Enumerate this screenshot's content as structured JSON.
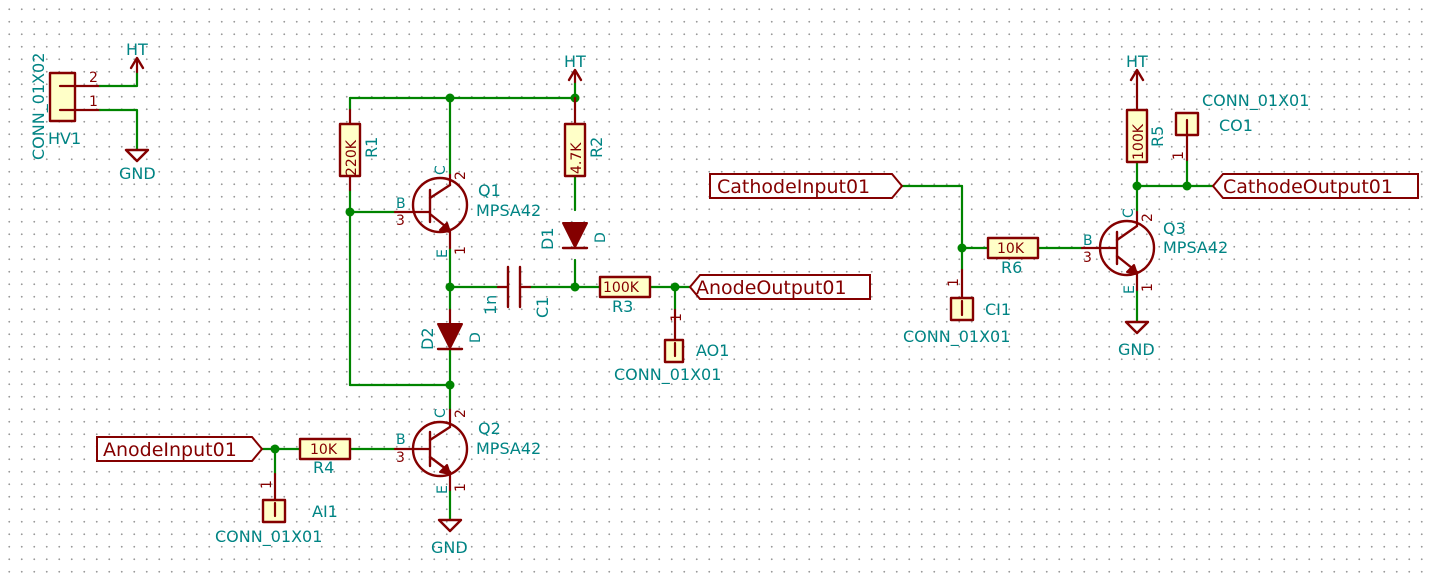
{
  "colors": {
    "wire": "#008400",
    "body": "#840000",
    "text": "#008484",
    "background": "#ffffff"
  },
  "labels": {
    "anode_input": "AnodeInput01",
    "anode_output": "AnodeOutput01",
    "cathode_input": "CathodeInput01",
    "cathode_output": "CathodeOutput01"
  },
  "power": {
    "ht": "HT",
    "gnd": "GND"
  },
  "components": {
    "hv1": {
      "ref": "HV1",
      "value": "CONN_01X02",
      "pin1": "1",
      "pin2": "2"
    },
    "r1": {
      "ref": "R1",
      "value": "220K"
    },
    "r2": {
      "ref": "R2",
      "value": "4.7K"
    },
    "r3": {
      "ref": "R3",
      "value": "100K"
    },
    "r4": {
      "ref": "R4",
      "value": "10K"
    },
    "r5": {
      "ref": "R5",
      "value": "100K"
    },
    "r6": {
      "ref": "R6",
      "value": "10K"
    },
    "c1": {
      "ref": "C1",
      "value": "1n"
    },
    "d1": {
      "ref": "D1",
      "pin": "D"
    },
    "d2": {
      "ref": "D2",
      "pin": "D"
    },
    "q1": {
      "ref": "Q1",
      "value": "MPSA42"
    },
    "q2": {
      "ref": "Q2",
      "value": "MPSA42"
    },
    "q3": {
      "ref": "Q3",
      "value": "MPSA42"
    },
    "ao1": {
      "ref": "AO1",
      "value": "CONN_01X01",
      "pin": "1"
    },
    "ai1": {
      "ref": "AI1",
      "value": "CONN_01X01",
      "pin": "1"
    },
    "ci1": {
      "ref": "CI1",
      "value": "CONN_01X01",
      "pin": "1"
    },
    "co1": {
      "ref": "CO1",
      "value": "CONN_01X01",
      "pin": "1"
    }
  },
  "transistor_pins": {
    "b": "B",
    "c": "C",
    "e": "E",
    "base_num": "3",
    "collector_num": "2",
    "emitter_num": "1"
  }
}
